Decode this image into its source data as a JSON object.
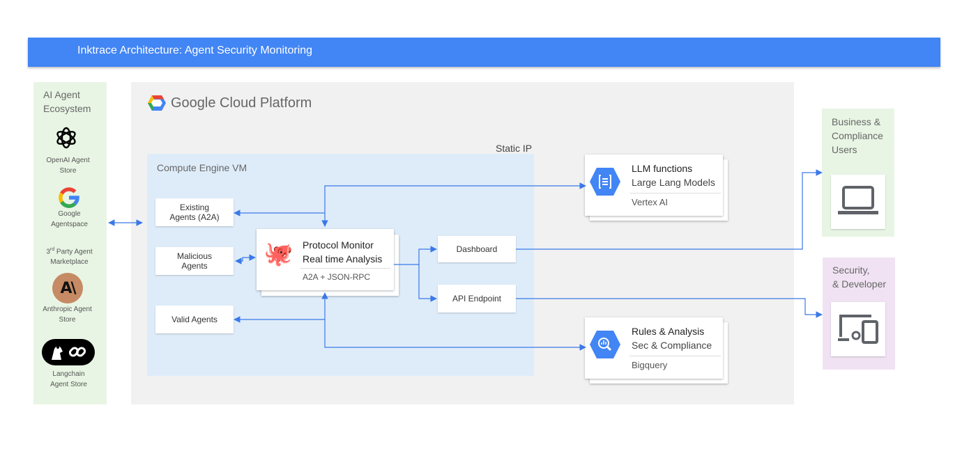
{
  "title": "Inktrace Architecture:  Agent Security Monitoring",
  "ecosystem": {
    "title_line1": "AI Agent",
    "title_line2": "Ecosystem",
    "items": [
      {
        "line1": "OpenAI  Agent",
        "line2": "Store",
        "icon": "openai-logo"
      },
      {
        "line1": "Google",
        "line2": "Agentspace",
        "icon": "google-g-logo"
      },
      {
        "line1_sup": "rd",
        "line1_pre": "3",
        "line1_post": " Party  Agent",
        "line2": "Marketplace"
      },
      {
        "line1": "Anthropic  Agent",
        "line2": "Store",
        "icon": "anthropic-logo",
        "icon_text": "A\\"
      },
      {
        "line1": "Langchain",
        "line2": "Agent Store",
        "icon": "langchain-logo"
      }
    ]
  },
  "gcp": {
    "logo_google": "Google",
    "logo_cloud": " Cloud Platform",
    "static_ip": "Static IP",
    "vm_title": "Compute Engine VM",
    "agents": {
      "existing_line1": "Existing",
      "existing_line2": "Agents (A2A)",
      "malicious_line1": "Malicious",
      "malicious_line2": "Agents",
      "valid": "Valid Agents"
    },
    "monitor": {
      "title1": "Protocol Monitor",
      "title2": "Real time Analysis",
      "footer": "A2A + JSON-RPC",
      "emoji": "🐙"
    },
    "dashboard": "Dashboard",
    "api_endpoint": "API Endpoint",
    "llm": {
      "title": "LLM functions",
      "sub": "Large Lang Models",
      "footer": "Vertex AI"
    },
    "rules": {
      "title": "Rules & Analysis",
      "sub": "Sec & Compliance",
      "footer": "Bigquery"
    }
  },
  "business": {
    "line1": "Business &",
    "line2": "Compliance",
    "line3": "Users"
  },
  "security": {
    "line1": "Security,",
    "line2": "& Developer"
  },
  "colors": {
    "title_bar": "#4285f4",
    "arrow": "#3b78e7",
    "eco_panel": "#e8f5e4",
    "gcp_panel": "#f1f1f1",
    "vm_panel": "#deecf9",
    "security_panel": "#f0e2f3"
  }
}
